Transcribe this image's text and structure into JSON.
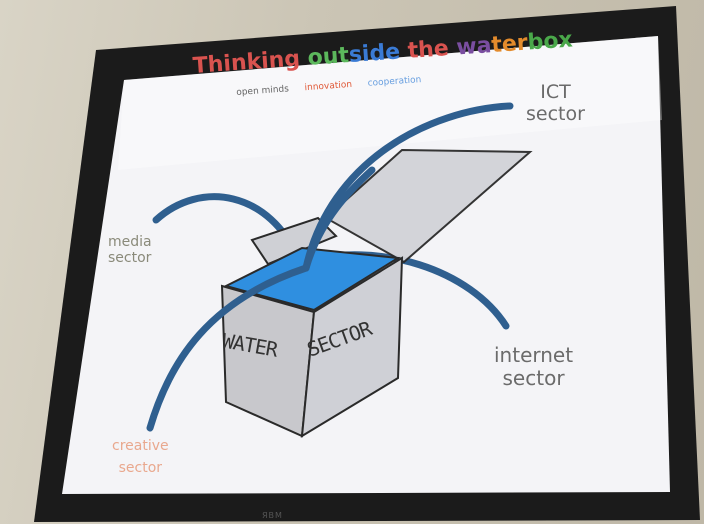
{
  "slide": {
    "title_parts": [
      {
        "text": "Thinking ",
        "color": "#d9534f"
      },
      {
        "text": "out",
        "color": "#5cb85c"
      },
      {
        "text": "side ",
        "color": "#3a7bd5"
      },
      {
        "text": "the ",
        "color": "#d9534f"
      },
      {
        "text": "wa",
        "color": "#7a4ea0"
      },
      {
        "text": "ter",
        "color": "#e38b2c"
      },
      {
        "text": "box",
        "color": "#4aa84a"
      }
    ],
    "subtitle": {
      "open_minds": "open minds",
      "innovation": "innovation",
      "cooperation": "cooperation"
    },
    "sectors": {
      "ict": [
        "ICT",
        "sector"
      ],
      "media": [
        "media",
        "sector"
      ],
      "internet": [
        "internet",
        "sector"
      ],
      "creative": [
        "creative",
        "sector"
      ]
    },
    "box": {
      "left_face": "WATER",
      "right_face": "SECTOR"
    }
  },
  "monitor": {
    "brand": "ЯBM"
  },
  "colors": {
    "water": "#2f8fe0",
    "tube": "#2f5f8f",
    "label_gray": "#6b6b6b",
    "creative_label": "#e9a88e",
    "subtitle_open_minds": "#666666",
    "subtitle_innovation": "#e05b3a",
    "subtitle_cooperation": "#6aa0e0"
  }
}
